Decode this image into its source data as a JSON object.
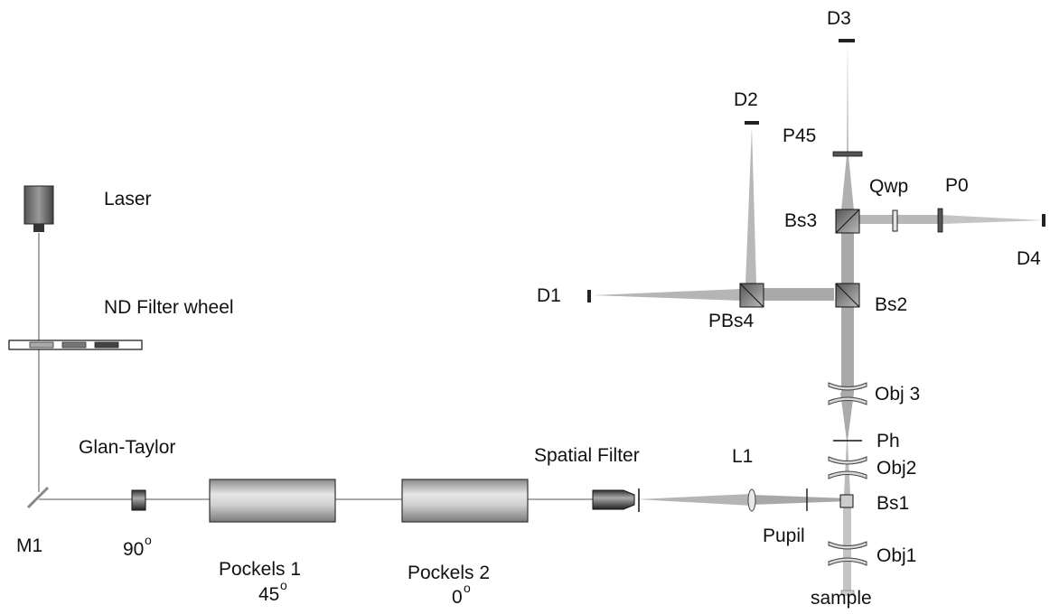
{
  "labels": {
    "laser": "Laser",
    "nd_filter": "ND Filter wheel",
    "glan_taylor": "Glan-Taylor",
    "m1": "M1",
    "gt_angle": "90",
    "pockels1": "Pockels 1",
    "pockels1_angle": "45",
    "pockels2": "Pockels 2",
    "pockels2_angle": "0",
    "spatial_filter": "Spatial Filter",
    "l1": "L1",
    "pupil": "Pupil",
    "bs1": "Bs1",
    "obj1": "Obj1",
    "sample": "sample",
    "obj2": "Obj2",
    "ph": "Ph",
    "obj3": "Obj 3",
    "bs2": "Bs2",
    "bs3": "Bs3",
    "pbs4": "PBs4",
    "d1": "D1",
    "d2": "D2",
    "d3": "D3",
    "d4": "D4",
    "p45": "P45",
    "qwp": "Qwp",
    "p0": "P0",
    "degree_mark": "o"
  }
}
